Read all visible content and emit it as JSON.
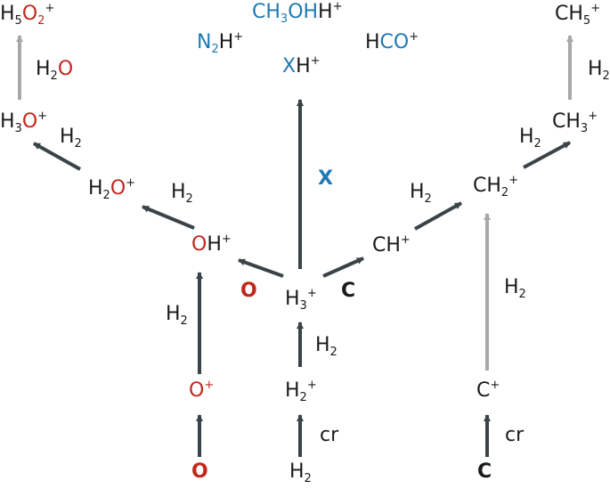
{
  "colors": {
    "ink": "#1a1a1a",
    "arrow_dark": "#3a4448",
    "arrow_light": "#a8a8a8",
    "red": "#c0281e",
    "blue": "#1f7ab4"
  },
  "species": {
    "h5o2": {
      "h": "H",
      "s5": "5",
      "o": "O",
      "s2": "2",
      "plus": "+"
    },
    "h2o": {
      "h": "H",
      "s2": "2",
      "o": "O"
    },
    "h3o": {
      "h": "H",
      "s3": "3",
      "o": "O",
      "plus": "+"
    },
    "h2op": {
      "h": "H",
      "s2": "2",
      "o": "O",
      "plus": "+"
    },
    "ohp": {
      "o": "O",
      "h": "H",
      "plus": "+"
    },
    "op": {
      "o": "O",
      "plus": "+"
    },
    "o_atom": {
      "text": "O"
    },
    "o_reactant": {
      "text": "O"
    },
    "ch3oh": {
      "c": "CH",
      "s3": "3",
      "oh": "OH",
      "h": "H",
      "plus": "+"
    },
    "n2h": {
      "n": "N",
      "s2": "2",
      "h": "H",
      "plus": "+"
    },
    "hco": {
      "h": "H",
      "co": "CO",
      "plus": "+"
    },
    "xh": {
      "x": "X",
      "h": "H",
      "plus": "+"
    },
    "x_reactant": {
      "text": "X"
    },
    "h3p": {
      "h": "H",
      "s3": "3",
      "plus": "+"
    },
    "h2p": {
      "h": "H",
      "s2": "2",
      "plus": "+"
    },
    "h2": {
      "h": "H",
      "s2": "2"
    },
    "c_reactant": {
      "text": "C"
    },
    "chp": {
      "c": "CH",
      "plus": "+"
    },
    "ch2p": {
      "c": "CH",
      "s2": "2",
      "plus": "+"
    },
    "ch3p": {
      "c": "CH",
      "s3": "3",
      "plus": "+"
    },
    "ch5p": {
      "c": "CH",
      "s5": "5",
      "plus": "+"
    },
    "cp": {
      "c": "C",
      "plus": "+"
    },
    "c_atom": {
      "text": "C"
    }
  },
  "reagents": {
    "h2_label": {
      "h": "H",
      "s2": "2"
    },
    "cr_label": "cr"
  }
}
